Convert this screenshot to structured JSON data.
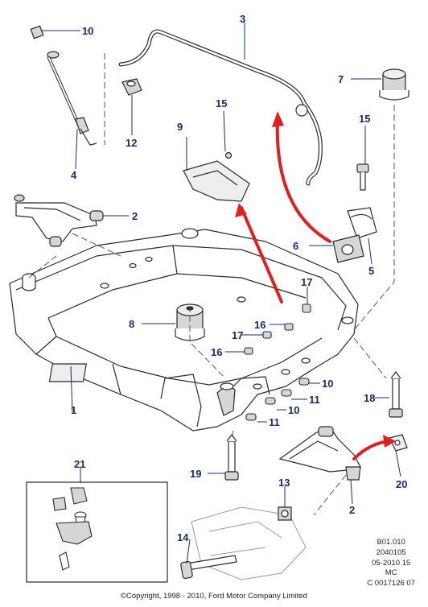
{
  "colors": {
    "outline": "#2a2a2a",
    "callout_line": "#1c2a6b",
    "callout_text": "#1c2a6b",
    "highlight_arrow": "#e02020",
    "shade": "#d6d6d6",
    "light_shade": "#eeeeee"
  },
  "callouts": {
    "c1": "1",
    "c2a": "2",
    "c2b": "2",
    "c3": "3",
    "c4": "4",
    "c5": "5",
    "c6": "6",
    "c7": "7",
    "c8": "8",
    "c9": "9",
    "c10a": "10",
    "c10b": "10",
    "c10c": "10",
    "c11a": "11",
    "c11b": "11",
    "c12": "12",
    "c13": "13",
    "c14": "14",
    "c15a": "15",
    "c15b": "15",
    "c16a": "16",
    "c16b": "16",
    "c17a": "17",
    "c17b": "17",
    "c18": "18",
    "c19": "19",
    "c20": "20",
    "c21": "21"
  },
  "reference": {
    "line1": "B01.010",
    "line2": "2040105",
    "line3": "05-2010 15",
    "line4": "MC",
    "line5": "C 0017126 07"
  },
  "copyright": "©Copyright, 1998 - 2010, Ford Motor Company Limited"
}
